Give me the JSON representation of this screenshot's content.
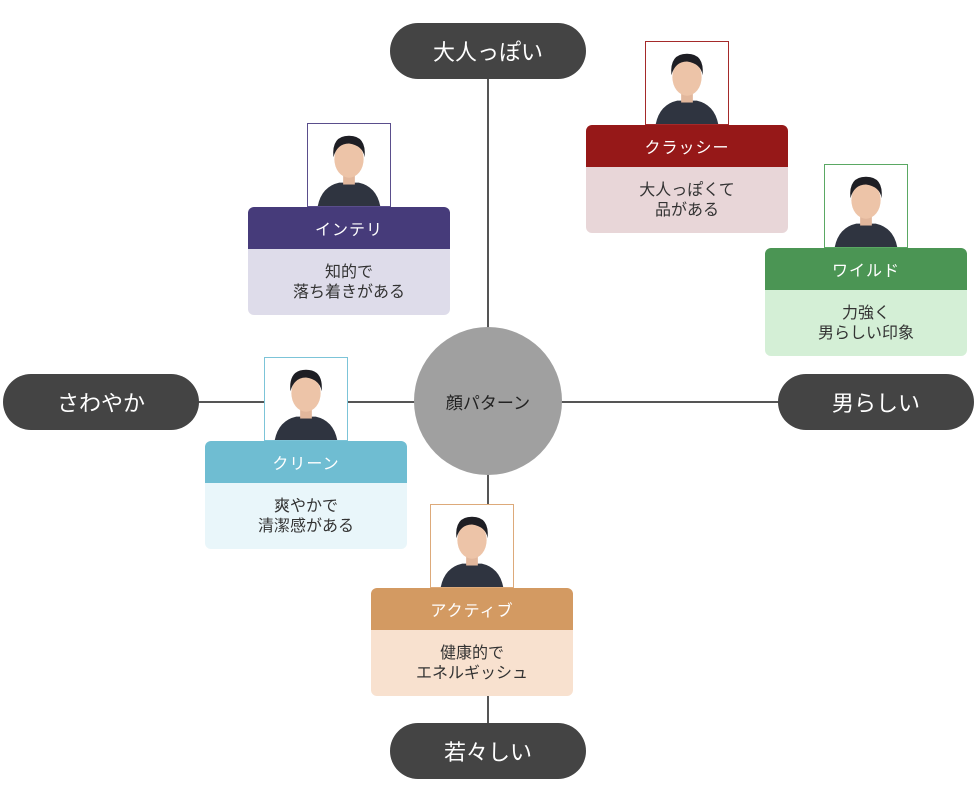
{
  "diagram": {
    "center_label": "顔パターン",
    "axes": {
      "top": "大人っぽい",
      "bottom": "若々しい",
      "left": "さわやか",
      "right": "男らしい"
    },
    "patterns": [
      {
        "id": "classy",
        "title": "クラッシー",
        "desc_lines": [
          "大人っぽくて",
          "品がある"
        ],
        "head_color": "#961818",
        "body_color": "#e8d6d8",
        "border_color": "#a52a2a"
      },
      {
        "id": "intelli",
        "title": "インテリ",
        "desc_lines": [
          "知的で",
          "落ち着きがある"
        ],
        "head_color": "#463b7a",
        "body_color": "#dedcea",
        "border_color": "#5a4e8c"
      },
      {
        "id": "wild",
        "title": "ワイルド",
        "desc_lines": [
          "力強く",
          "男らしい印象"
        ],
        "head_color": "#4b9554",
        "body_color": "#d4efd6",
        "border_color": "#5aa863"
      },
      {
        "id": "clean",
        "title": "クリーン",
        "desc_lines": [
          "爽やかで",
          "清潔感がある"
        ],
        "head_color": "#6fbdd2",
        "body_color": "#e9f6fa",
        "border_color": "#7cc4d8"
      },
      {
        "id": "active",
        "title": "アクティブ",
        "desc_lines": [
          "健康的で",
          "エネルギッシュ"
        ],
        "head_color": "#d39a62",
        "body_color": "#f8e1cf",
        "border_color": "#ddaa7a"
      }
    ]
  }
}
